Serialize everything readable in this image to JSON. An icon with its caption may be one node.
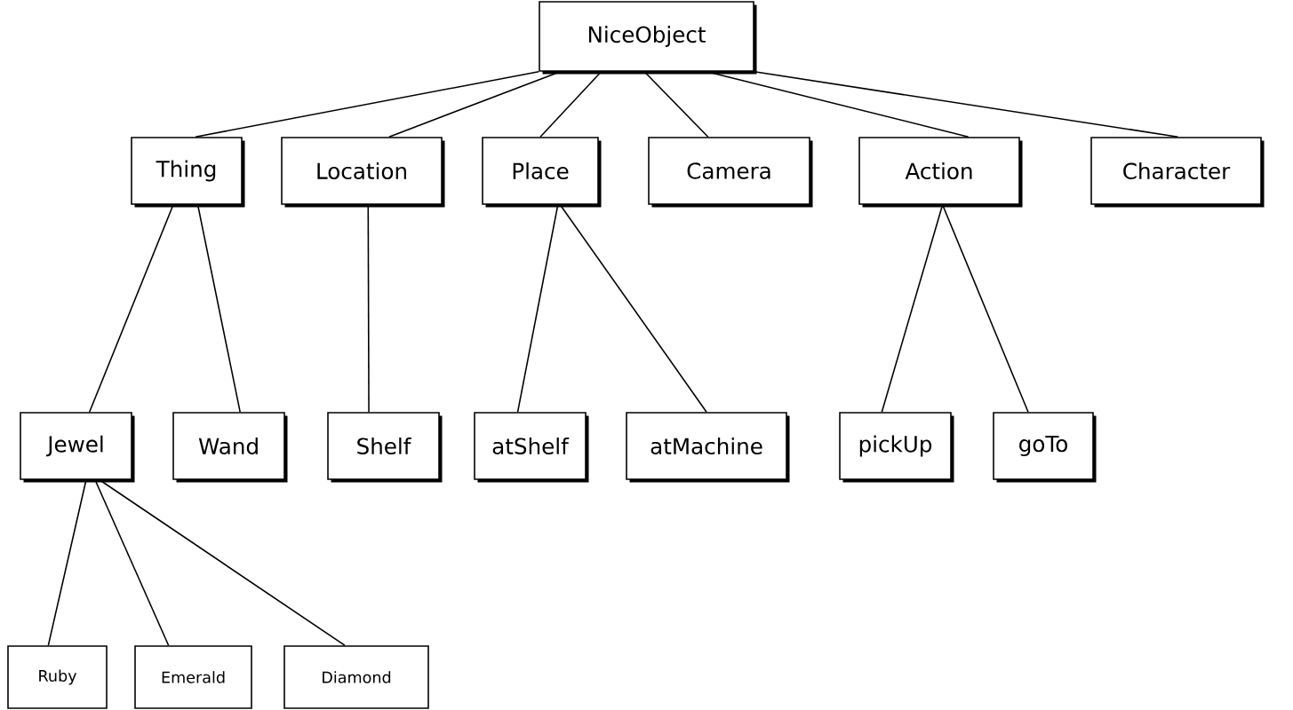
{
  "diagram": {
    "nodes": [
      {
        "text": [
          "NiceObject"
        ]
      },
      {
        "text": [
          "Thing"
        ]
      },
      {
        "text": [
          "Location"
        ]
      },
      {
        "text": [
          "Place"
        ]
      },
      {
        "text": [
          "Camera"
        ]
      },
      {
        "text": [
          "Action"
        ]
      },
      {
        "text": [
          "Character"
        ]
      },
      {
        "text": [
          "Jewel"
        ]
      },
      {
        "text": [
          "Wand"
        ]
      },
      {
        "text": [
          "Shelf"
        ]
      },
      {
        "text": [
          "atShelf"
        ]
      },
      {
        "text": [
          "atMachine"
        ]
      },
      {
        "text": [
          "pickUp"
        ]
      },
      {
        "text": [
          "goTo"
        ]
      },
      {
        "text": [
          "Ruby"
        ]
      },
      {
        "text": [
          "Emerald"
        ]
      },
      {
        "text": [
          "Diamond"
        ]
      }
    ],
    "edges": [
      {
        "from": 0,
        "to": 1,
        "arrow": "none"
      },
      {
        "from": 0,
        "to": 2,
        "arrow": "none"
      },
      {
        "from": 0,
        "to": 3,
        "arrow": "none"
      },
      {
        "from": 0,
        "to": 4,
        "arrow": "none"
      },
      {
        "from": 0,
        "to": 5,
        "arrow": "none"
      },
      {
        "from": 0,
        "to": 6,
        "arrow": "none"
      },
      {
        "from": 1,
        "to": 7,
        "arrow": "none"
      },
      {
        "from": 1,
        "to": 8,
        "arrow": "none"
      },
      {
        "from": 2,
        "to": 9,
        "arrow": "none"
      },
      {
        "from": 3,
        "to": 10,
        "arrow": "none"
      },
      {
        "from": 3,
        "to": 11,
        "arrow": "none"
      },
      {
        "from": 5,
        "to": 12,
        "arrow": "none"
      },
      {
        "from": 5,
        "to": 13,
        "arrow": "none"
      },
      {
        "from": 7,
        "to": 14,
        "arrow": "none"
      },
      {
        "from": 7,
        "to": 15,
        "arrow": "none"
      },
      {
        "from": 7,
        "to": 16,
        "arrow": "none"
      }
    ]
  }
}
